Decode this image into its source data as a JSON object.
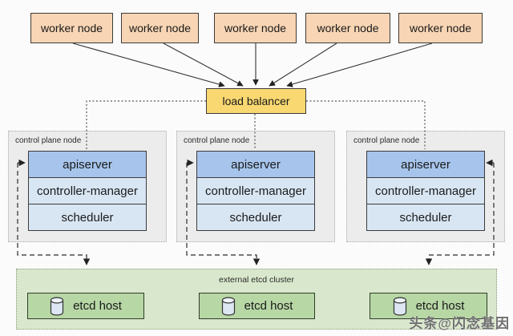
{
  "diagram": {
    "workers": [
      "worker node",
      "worker node",
      "worker node",
      "worker node",
      "worker node"
    ],
    "load_balancer": {
      "label": "load balancer"
    },
    "control_planes": [
      {
        "label": "control plane node",
        "components": [
          "apiserver",
          "controller-manager",
          "scheduler"
        ]
      },
      {
        "label": "control plane node",
        "components": [
          "apiserver",
          "controller-manager",
          "scheduler"
        ]
      },
      {
        "label": "control plane node",
        "components": [
          "apiserver",
          "controller-manager",
          "scheduler"
        ]
      }
    ],
    "etcd": {
      "label": "external etcd cluster",
      "hosts": [
        "etcd host",
        "etcd host",
        "etcd host"
      ]
    },
    "watermark": "头条@闪念基因",
    "icons": {
      "etcd_host": "database-cylinder-icon"
    },
    "connections": [
      {
        "from": "worker node (x5)",
        "to": "load balancer",
        "style": "solid-arrow"
      },
      {
        "from": "load balancer",
        "to": "apiserver (x3)",
        "style": "dotted-line"
      },
      {
        "from": "etcd cluster",
        "to": "apiserver (x3)",
        "style": "dashed-double-arrow"
      }
    ],
    "colors": {
      "worker_fill": "#f8d5b4",
      "load_balancer_fill": "#f9d871",
      "apiserver_fill": "#a7c5ec",
      "component_fill": "#d8e6f4",
      "control_plane_bg": "#ececec",
      "etcd_cluster_fill": "#d9e8cc",
      "etcd_host_fill": "#b7d7a5"
    }
  }
}
